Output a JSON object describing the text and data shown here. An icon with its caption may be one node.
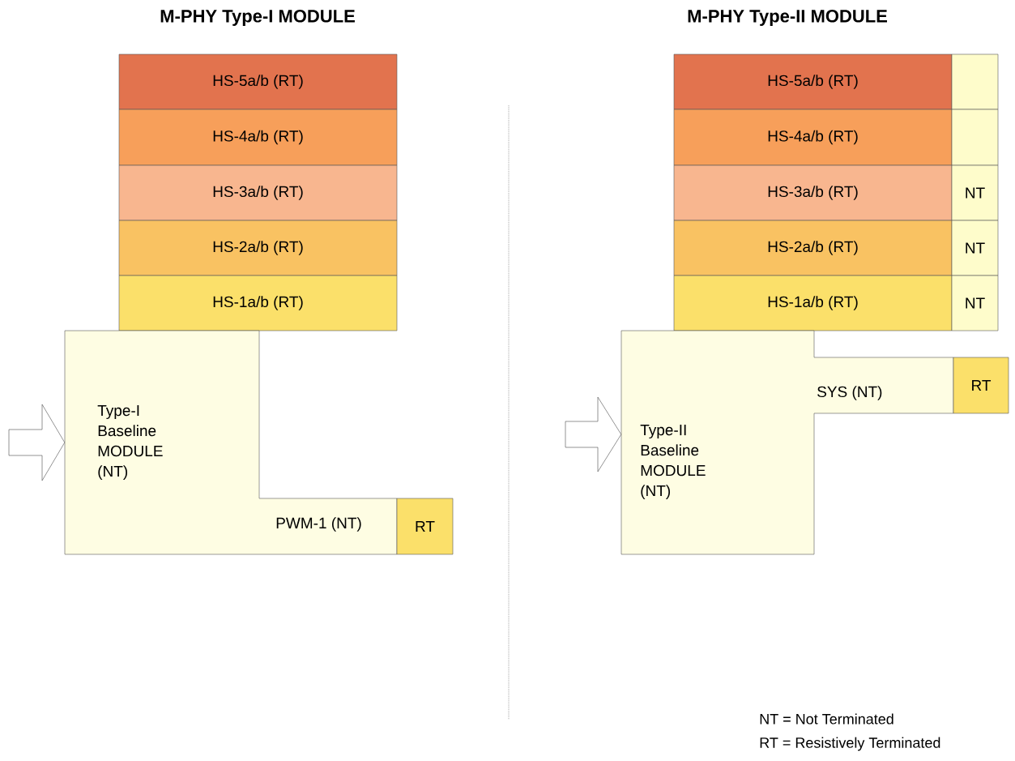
{
  "diagram": {
    "nodes": [
      {
        "text": [
          "HS-5a/b (RT)"
        ]
      },
      {
        "text": [
          "HS-4a/b (RT)"
        ]
      },
      {
        "text": [
          "HS-3a/b (RT)"
        ]
      },
      {
        "text": [
          "HS-2a/b (RT)"
        ]
      },
      {
        "text": [
          "HS-1a/b (RT)"
        ]
      },
      {
        "text": [
          "Type-I Baseline MODULE (NT)",
          "PWM-1 (NT)"
        ]
      },
      {
        "text": [
          "RT"
        ]
      },
      {
        "text": [
          "HS-5a/b (RT)"
        ]
      },
      {
        "text": [
          "HS-4a/b (RT)"
        ]
      },
      {
        "text": [
          "HS-3a/b (RT)"
        ]
      },
      {
        "text": [
          "HS-2a/b (RT)"
        ]
      },
      {
        "text": [
          "HS-1a/b (RT)"
        ]
      },
      {
        "text": [],
        "shape": "box"
      },
      {
        "text": [],
        "shape": "box"
      },
      {
        "text": [
          "NT"
        ]
      },
      {
        "text": [
          "NT"
        ]
      },
      {
        "text": [
          "NT"
        ]
      },
      {
        "text": [
          "Type-II Baseline MODULE (NT)",
          "SYS (NT)"
        ]
      },
      {
        "text": [
          "RT"
        ]
      }
    ],
    "edges": [
      {
        "from": null,
        "to": 5,
        "arrow": "to"
      },
      {
        "from": null,
        "to": 17,
        "arrow": "to"
      }
    ],
    "labels": [
      "M-PHY Type-I MODULE",
      "M-PHY Type-II MODULE",
      "NT = Not Terminated",
      "RT = Resistively Terminated"
    ]
  }
}
